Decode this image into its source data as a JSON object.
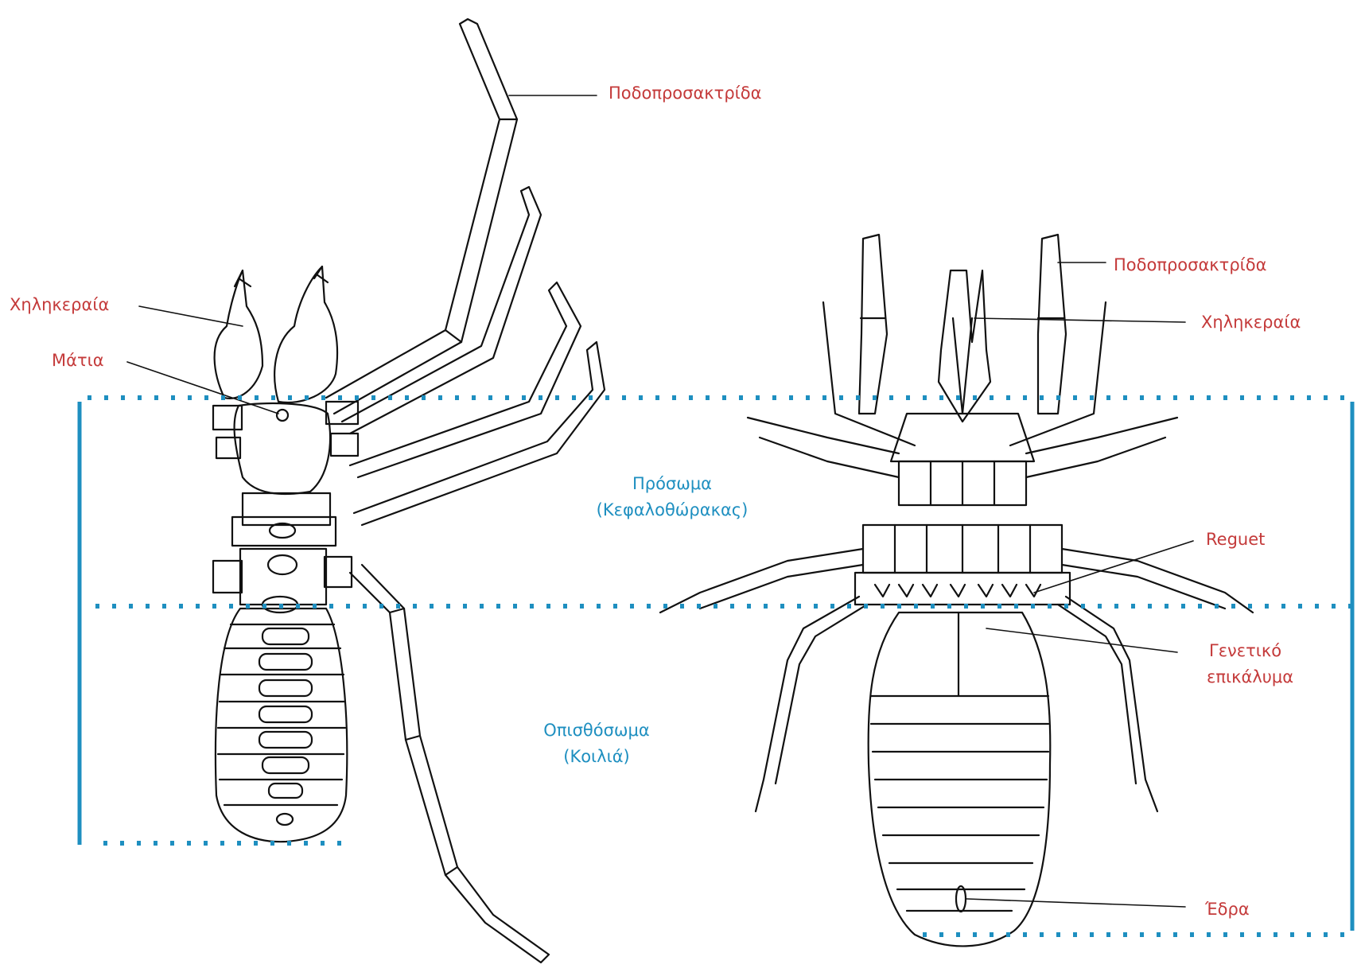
{
  "colors": {
    "label_red": "#c43a3a",
    "section_blue": "#1e8fc0",
    "drawing": "#111111"
  },
  "left_specimen": {
    "labels": {
      "pedipalp": "Ποδοπροσακτρίδα",
      "chelicerae": "Χηληκεραία",
      "eyes": "Μάτια"
    }
  },
  "right_specimen": {
    "labels": {
      "pedipalp": "Ποδοπροσακτρίδα",
      "chelicerae": "Χηληκεραία",
      "reguet": "Reguet",
      "genital_line1": "Γενετικό",
      "genital_line2": "επικάλυμα",
      "anus": "Έδρα"
    }
  },
  "sections": {
    "prosoma_line1": "Πρόσωμα",
    "prosoma_line2": "(Κεφαλοθώρακας)",
    "opisthosoma_line1": "Οπισθόσωμα",
    "opisthosoma_line2": "(Κοιλιά)"
  }
}
